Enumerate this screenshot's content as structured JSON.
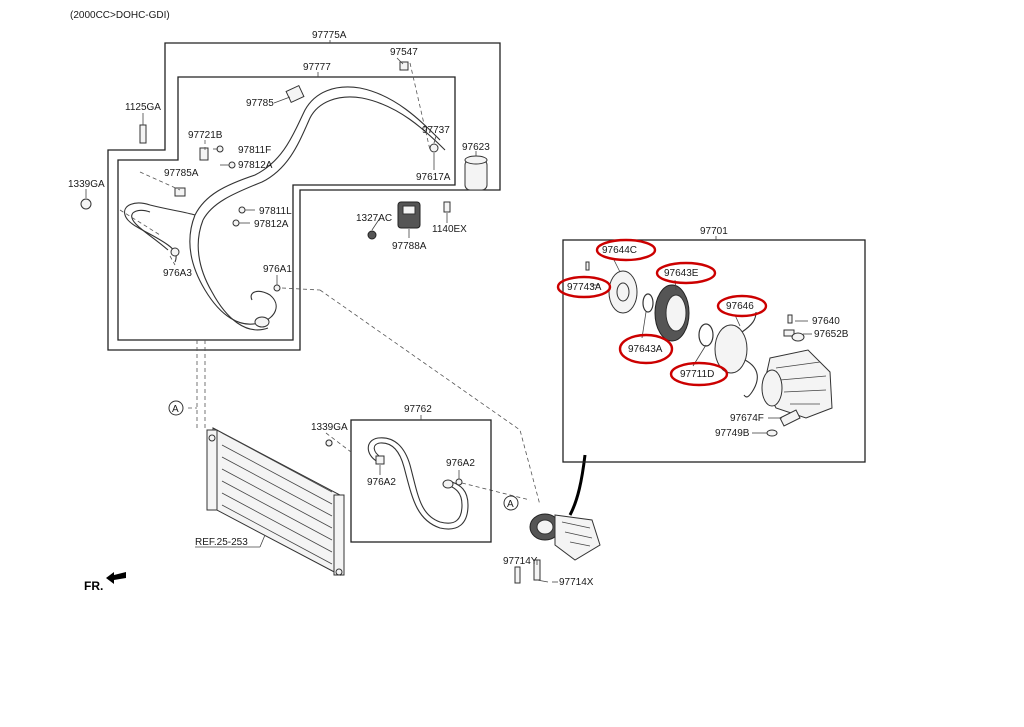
{
  "header": {
    "engine_code": "(2000CC>DOHC-GDI)"
  },
  "orientation_label": "FR.",
  "reference_label": "REF.25-253",
  "section_markers": [
    "A",
    "A"
  ],
  "highlight_color": "#cc0000",
  "groups": {
    "outer_assembly": "97775A",
    "inner_assembly": "97777",
    "discharge_hose": "97762",
    "compressor_assembly": "97701"
  },
  "labels": {
    "p97547": "97547",
    "p1125GA": "1125GA",
    "p97785": "97785",
    "p97721B": "97721B",
    "p97811F": "97811F",
    "p97812A_top": "97812A",
    "p97785A": "97785A",
    "p1339GA_left": "1339GA",
    "p97811L": "97811L",
    "p97812A_bot": "97812A",
    "p976A3": "976A3",
    "p976A1": "976A1",
    "p97737": "97737",
    "p97623": "97623",
    "p97617A": "97617A",
    "p1327AC": "1327AC",
    "p1140EX": "1140EX",
    "p97788A": "97788A",
    "p1339GA_mid": "1339GA",
    "p976A2_left": "976A2",
    "p976A2_right": "976A2",
    "p97714Y": "97714Y",
    "p97714X": "97714X",
    "p97644C": "97644C",
    "p97743A": "97743A",
    "p97643E": "97643E",
    "p97646": "97646",
    "p97643A": "97643A",
    "p97711D": "97711D",
    "p97640": "97640",
    "p97652B": "97652B",
    "p97674F": "97674F",
    "p97749B": "97749B"
  }
}
